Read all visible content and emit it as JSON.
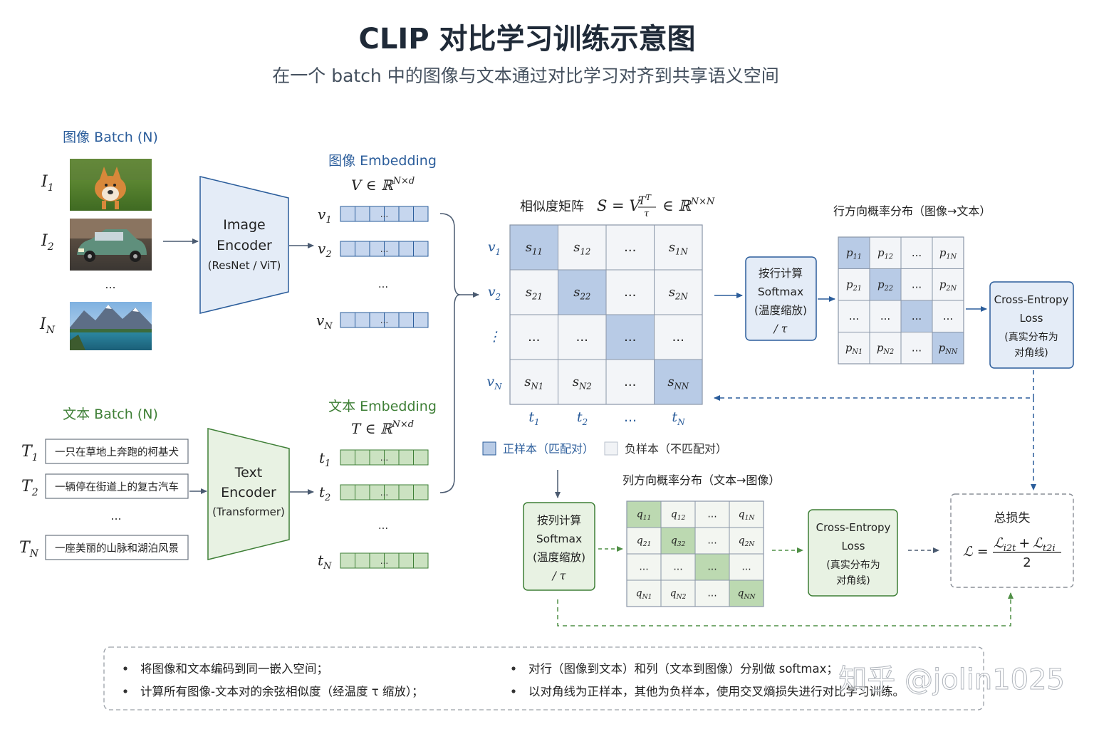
{
  "header": {
    "title": "CLIP 对比学习训练示意图",
    "subtitle": "在一个 batch 中的图像与文本通过对比学习对齐到共享语义空间"
  },
  "image_batch": {
    "label": "图像 Batch (N)",
    "items": [
      {
        "sym": "I",
        "sub": "1",
        "picture": "corgi-photo"
      },
      {
        "sym": "I",
        "sub": "2",
        "picture": "vintage-car-photo"
      },
      {
        "sym": "I",
        "sub": "N",
        "picture": "mountain-lake-photo"
      }
    ],
    "ellipsis": "..."
  },
  "text_batch": {
    "label": "文本 Batch (N)",
    "items": [
      {
        "sym": "T",
        "sub": "1",
        "text": "一只在草地上奔跑的柯基犬"
      },
      {
        "sym": "T",
        "sub": "2",
        "text": "一辆停在街道上的复古汽车"
      },
      {
        "sym": "T",
        "sub": "N",
        "text": "一座美丽的山脉和湖泊风景"
      }
    ],
    "ellipsis": "..."
  },
  "image_encoder": {
    "line1": "Image",
    "line2": "Encoder",
    "line3": "(ResNet / ViT)"
  },
  "text_encoder": {
    "line1": "Text",
    "line2": "Encoder",
    "line3": "(Transformer)"
  },
  "image_embedding": {
    "label": "图像 Embedding",
    "formula_main": "V ∈ ℝ",
    "formula_sup": "N×d",
    "rows": [
      {
        "sym": "v",
        "sub": "1"
      },
      {
        "sym": "v",
        "sub": "2"
      },
      {
        "sym": "v",
        "sub": "N"
      }
    ],
    "cell_dots": "...",
    "vertical_dots": "..."
  },
  "text_embedding": {
    "label": "文本 Embedding",
    "formula_main": "T ∈ ℝ",
    "formula_sup": "N×d",
    "rows": [
      {
        "sym": "t",
        "sub": "1"
      },
      {
        "sym": "t",
        "sub": "2"
      },
      {
        "sym": "t",
        "sub": "N"
      }
    ],
    "cell_dots": "...",
    "vertical_dots": "..."
  },
  "similarity": {
    "label": "相似度矩阵",
    "formula": "S = V",
    "formula_frac_top": "T",
    "formula_frac_top_sup": "T",
    "formula_frac_bottom": "τ",
    "formula_tail": "∈ ℝ",
    "formula_tail_sup": "N×N",
    "row_labels": [
      {
        "sym": "v",
        "sub": "1"
      },
      {
        "sym": "v",
        "sub": "2"
      },
      {
        "sym": "⋮",
        "sub": ""
      },
      {
        "sym": "v",
        "sub": "N"
      }
    ],
    "col_labels": [
      {
        "sym": "t",
        "sub": "1"
      },
      {
        "sym": "t",
        "sub": "2"
      },
      {
        "sym": "...",
        "sub": ""
      },
      {
        "sym": "t",
        "sub": "N"
      }
    ],
    "cells": [
      [
        {
          "b": "s",
          "s": "11"
        },
        {
          "b": "s",
          "s": "12"
        },
        {
          "b": "...",
          "s": ""
        },
        {
          "b": "s",
          "s": "1N"
        }
      ],
      [
        {
          "b": "s",
          "s": "21"
        },
        {
          "b": "s",
          "s": "22"
        },
        {
          "b": "...",
          "s": ""
        },
        {
          "b": "s",
          "s": "2N"
        }
      ],
      [
        {
          "b": "...",
          "s": ""
        },
        {
          "b": "...",
          "s": ""
        },
        {
          "b": "...",
          "s": ""
        },
        {
          "b": "...",
          "s": ""
        }
      ],
      [
        {
          "b": "s",
          "s": "N1"
        },
        {
          "b": "s",
          "s": "N2"
        },
        {
          "b": "...",
          "s": ""
        },
        {
          "b": "s",
          "s": "NN"
        }
      ]
    ]
  },
  "legend": {
    "positive": "正样本（匹配对）",
    "negative": "负样本（不匹配对）"
  },
  "row_softmax": {
    "line1": "按行计算",
    "line2": "Softmax",
    "line3": "(温度缩放)",
    "line4": "/ τ"
  },
  "row_prob": {
    "label": "行方向概率分布（图像→文本）",
    "cells": [
      [
        {
          "b": "p",
          "s": "11"
        },
        {
          "b": "p",
          "s": "12"
        },
        {
          "b": "...",
          "s": ""
        },
        {
          "b": "p",
          "s": "1N"
        }
      ],
      [
        {
          "b": "p",
          "s": "21"
        },
        {
          "b": "p",
          "s": "22"
        },
        {
          "b": "...",
          "s": ""
        },
        {
          "b": "p",
          "s": "2N"
        }
      ],
      [
        {
          "b": "...",
          "s": ""
        },
        {
          "b": "...",
          "s": ""
        },
        {
          "b": "...",
          "s": ""
        },
        {
          "b": "...",
          "s": ""
        }
      ],
      [
        {
          "b": "p",
          "s": "N1"
        },
        {
          "b": "p",
          "s": "N2"
        },
        {
          "b": "...",
          "s": ""
        },
        {
          "b": "p",
          "s": "NN"
        }
      ]
    ]
  },
  "row_loss": {
    "line1": "Cross-Entropy",
    "line2": "Loss",
    "line3": "(真实分布为",
    "line4": "对角线)"
  },
  "col_softmax": {
    "line1": "按列计算",
    "line2": "Softmax",
    "line3": "(温度缩放)",
    "line4": "/ τ"
  },
  "col_prob": {
    "label": "列方向概率分布（文本→图像）",
    "cells": [
      [
        {
          "b": "q",
          "s": "11"
        },
        {
          "b": "q",
          "s": "12"
        },
        {
          "b": "...",
          "s": ""
        },
        {
          "b": "q",
          "s": "1N"
        }
      ],
      [
        {
          "b": "q",
          "s": "21"
        },
        {
          "b": "q",
          "s": "32"
        },
        {
          "b": "...",
          "s": ""
        },
        {
          "b": "q",
          "s": "2N"
        }
      ],
      [
        {
          "b": "...",
          "s": ""
        },
        {
          "b": "...",
          "s": ""
        },
        {
          "b": "...",
          "s": ""
        },
        {
          "b": "...",
          "s": ""
        }
      ],
      [
        {
          "b": "q",
          "s": "N1"
        },
        {
          "b": "q",
          "s": "N2"
        },
        {
          "b": "...",
          "s": ""
        },
        {
          "b": "q",
          "s": "NN"
        }
      ]
    ]
  },
  "col_loss": {
    "line1": "Cross-Entropy",
    "line2": "Loss",
    "line3": "(真实分布为",
    "line4": "对角线)"
  },
  "total_loss": {
    "label": "总损失",
    "lhs": "ℒ =",
    "num_a": "ℒ",
    "num_a_sub": "i2t",
    "plus": "+",
    "num_b": "ℒ",
    "num_b_sub": "t2i",
    "den": "2"
  },
  "notes": {
    "left": [
      "将图像和文本编码到同一嵌入空间；",
      "计算所有图像-文本对的余弦相似度（经温度 τ 缩放）；"
    ],
    "right": [
      "对行（图像到文本）和列（文本到图像）分别做 softmax；",
      "以对角线为正样本，其他为负样本，使用交叉熵损失进行对比学习训练。"
    ]
  },
  "watermark": "知乎 @jolin1025",
  "colors": {
    "title": "#1f2a38",
    "blue": "#2b5d9b",
    "blue_fill": "#e4ecf7",
    "blue_cell": "#b8cbe6",
    "green": "#3e7f36",
    "green_fill": "#e8f2e3",
    "green_cell": "#bcd9b1",
    "grid": "#8a96a8",
    "arrow": "#4a5a70"
  }
}
